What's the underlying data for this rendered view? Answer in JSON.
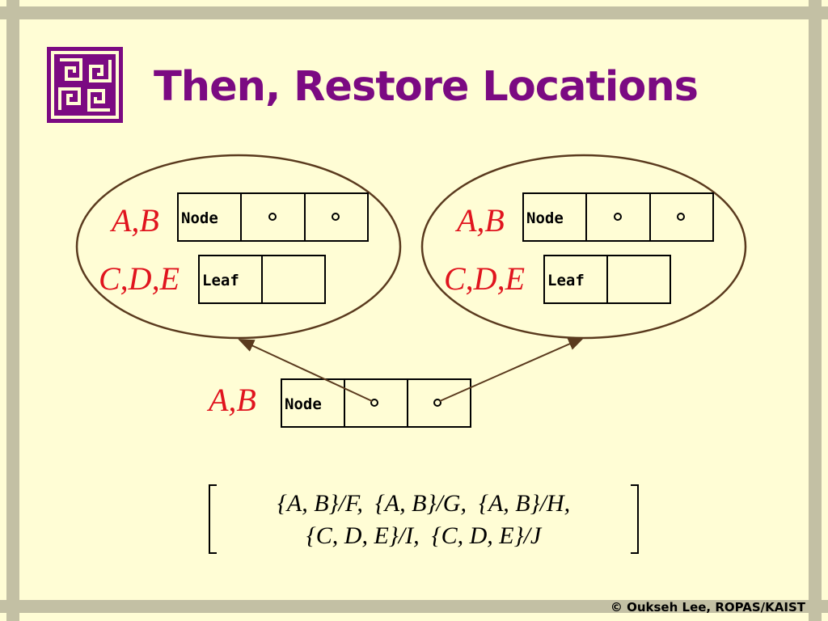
{
  "slide": {
    "title": "Then, Restore Locations",
    "footer": "© Oukseh Lee, ROPAS/KAIST",
    "colors": {
      "background": "#FFFDD5",
      "frame": "#C3C0A4",
      "title": "#7B0A82",
      "label": "#E0141E",
      "ellipse": "#5A3A1E"
    },
    "logo": "greek-key-logo-icon"
  },
  "diagram": {
    "left_group": {
      "row1_label": "A,B",
      "row1_tag": "Node",
      "row1_ptr1": "∘",
      "row1_ptr2": "∘",
      "row2_label": "C,D,E",
      "row2_tag": "Leaf"
    },
    "right_group": {
      "row1_label": "A,B",
      "row1_tag": "Node",
      "row1_ptr1": "∘",
      "row1_ptr2": "∘",
      "row2_label": "C,D,E",
      "row2_tag": "Leaf"
    },
    "bottom_node": {
      "label": "A,B",
      "tag": "Node"
    },
    "substitution": {
      "line1": "{A, B}/F,  {A, B}/G,  {A, B}/H,",
      "line2": "{C, D, E}/I,  {C, D, E}/J"
    }
  }
}
